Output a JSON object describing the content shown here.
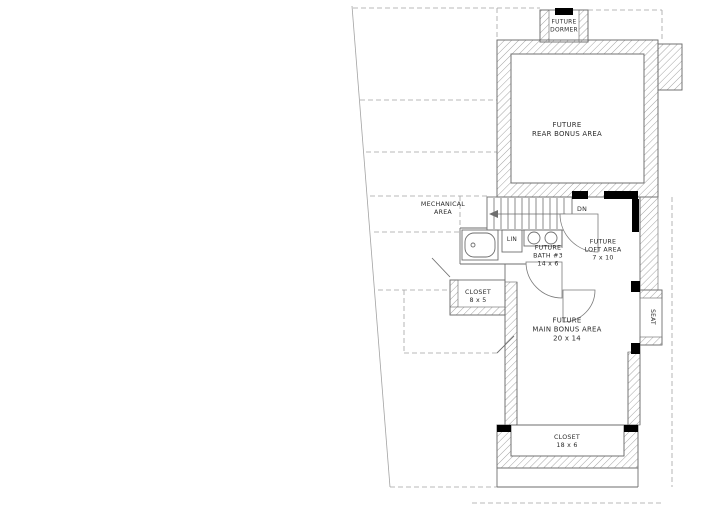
{
  "page": {
    "background": "#ffffff",
    "line_color": "#6e6e6e",
    "dashed_color": "#a3a3a3",
    "wall_fill_color": "#000000",
    "text_color": "#2b2b2b"
  },
  "labels": {
    "dormer": {
      "line1": "FUTURE",
      "line2": "DORMER"
    },
    "rear_bonus": {
      "line1": "FUTURE",
      "line2": "REAR BONUS AREA"
    },
    "mechanical": {
      "line1": "MECHANICAL",
      "line2": "AREA"
    },
    "stairs": {
      "dn": "DN"
    },
    "linen": {
      "line1": "LIN"
    },
    "bath": {
      "line1": "FUTURE",
      "line2": "BATH #3",
      "line3": "14 x 6"
    },
    "loft": {
      "line1": "FUTURE",
      "line2": "LOFT AREA",
      "line3": "7 x 10"
    },
    "closet_upper": {
      "line1": "CLOSET",
      "line2": "8 x 5"
    },
    "main_bonus": {
      "line1": "FUTURE",
      "line2": "MAIN BONUS AREA",
      "line3": "20 x 14"
    },
    "seat": {
      "line1": "SEAT"
    },
    "closet_lower": {
      "line1": "CLOSET",
      "line2": "18 x 6"
    }
  }
}
